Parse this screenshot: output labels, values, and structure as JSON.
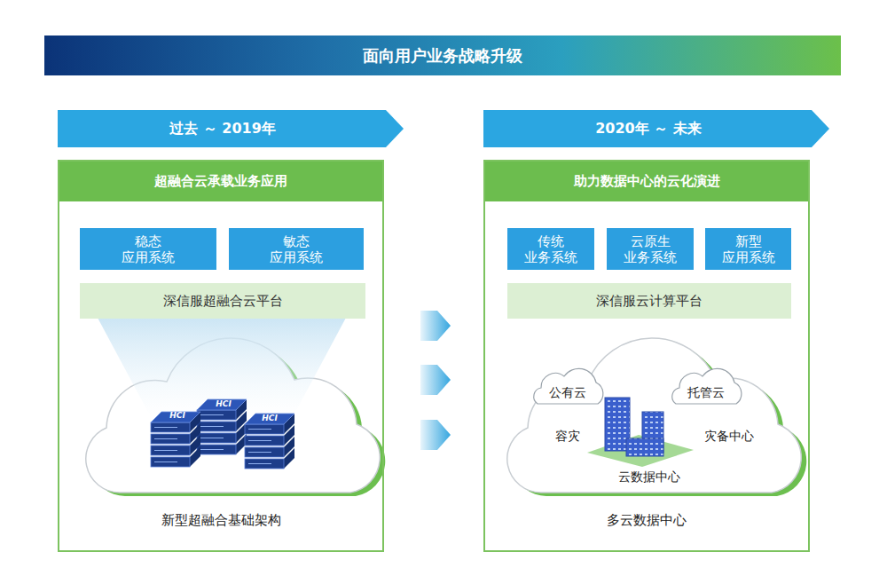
{
  "diagram": {
    "title": "面向用户业务战略升级",
    "nodes": [
      {
        "text": [
          "过去 ～ 2019年"
        ]
      },
      {
        "text": [
          "超融合云承载业务应用",
          "新型超融合基础架构"
        ]
      },
      {
        "text": [
          "稳态 应用系统"
        ],
        "in": 1
      },
      {
        "text": [
          "敏态 应用系统"
        ],
        "in": 1
      },
      {
        "text": [
          "深信服超融合云平台"
        ],
        "in": 1
      },
      {
        "text": [
          "2020年 ～ 未来"
        ]
      },
      {
        "text": [
          "助力数据中心的云化演进",
          "多云数据中心"
        ]
      },
      {
        "text": [
          "传统 业务系统"
        ],
        "in": 6
      },
      {
        "text": [
          "云原生 业务系统"
        ],
        "in": 6
      },
      {
        "text": [
          "新型 应用系统"
        ],
        "in": 6
      },
      {
        "text": [
          "深信服云计算平台"
        ],
        "in": 6
      }
    ],
    "labels": [
      "HCI",
      "HCI",
      "HCI",
      "公有云",
      "托管云",
      "容灾",
      "灾备中心",
      "云数据中心"
    ]
  }
}
